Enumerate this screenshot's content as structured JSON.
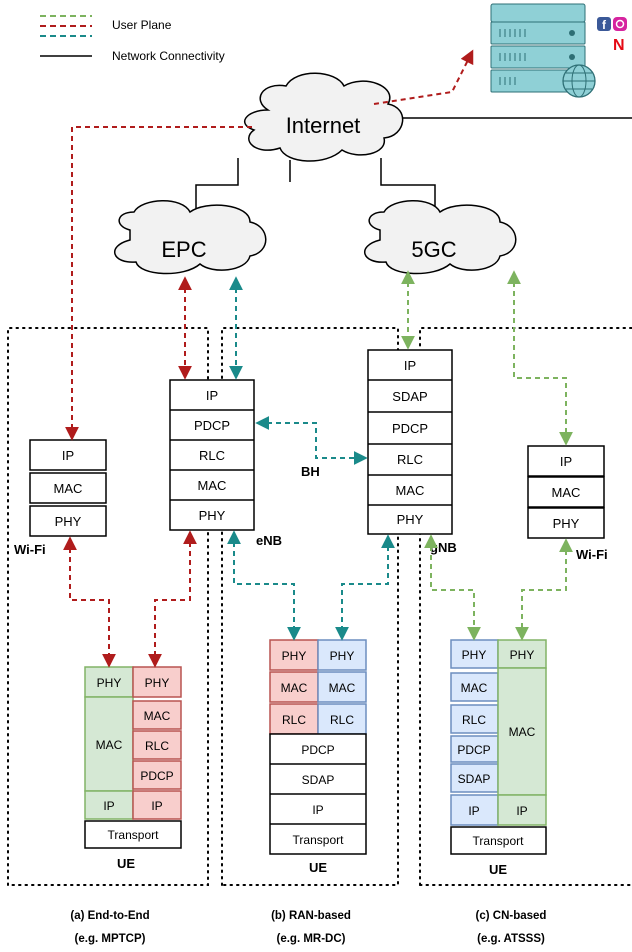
{
  "legend": {
    "user_plane": "User Plane",
    "network_connectivity": "Network Connectivity"
  },
  "clouds": {
    "internet": "Internet",
    "epc": "EPC",
    "fivegc": "5GC"
  },
  "wifi_left": {
    "stack": [
      "IP",
      "MAC",
      "PHY"
    ],
    "label": "Wi-Fi"
  },
  "enb": {
    "stack": [
      "IP",
      "PDCP",
      "RLC",
      "MAC",
      "PHY"
    ],
    "label": "eNB"
  },
  "bh_label": "BH",
  "gnb": {
    "stack": [
      "IP",
      "SDAP",
      "PDCP",
      "RLC",
      "MAC",
      "PHY"
    ],
    "label": "gNB"
  },
  "wifi_right": {
    "stack": [
      "IP",
      "MAC",
      "PHY"
    ],
    "label": "Wi-Fi"
  },
  "ue_a": {
    "wifi_col": [
      "PHY",
      "MAC",
      "IP"
    ],
    "cell_col": [
      "PHY",
      "MAC",
      "RLC",
      "PDCP",
      "IP"
    ],
    "transport": "Transport",
    "label": "UE"
  },
  "ue_b": {
    "lte_col": [
      "PHY",
      "MAC",
      "RLC"
    ],
    "nr_col": [
      "PHY",
      "MAC",
      "RLC"
    ],
    "shared": [
      "PDCP",
      "SDAP",
      "IP",
      "Transport"
    ],
    "label": "UE"
  },
  "ue_c": {
    "nr_col": [
      "PHY",
      "MAC",
      "RLC",
      "PDCP",
      "SDAP",
      "IP"
    ],
    "wifi_col": [
      "PHY",
      "MAC",
      "IP"
    ],
    "transport": "Transport",
    "label": "UE"
  },
  "captions": {
    "a": [
      "(a)  End-to-End",
      "(e.g. MPTCP)"
    ],
    "b": [
      "(b)  RAN-based",
      "(e.g. MR-DC)"
    ],
    "c": [
      "(c)  CN-based",
      "(e.g. ATSSS)"
    ]
  },
  "colors": {
    "red_plane": "#b01c1c",
    "teal_plane": "#1a8a8a",
    "green_plane": "#7db35f",
    "green_fill": "#d5e8d4",
    "green_stroke": "#82b366",
    "red_fill": "#f8cecc",
    "red_stroke": "#b85450",
    "blue_fill": "#dae8fc",
    "blue_stroke": "#6c8ebf",
    "server": "#8fd0d6",
    "server_dark": "#5aa3aa"
  },
  "app_icons": [
    "facebook-icon",
    "instagram-icon",
    "netflix-icon"
  ]
}
